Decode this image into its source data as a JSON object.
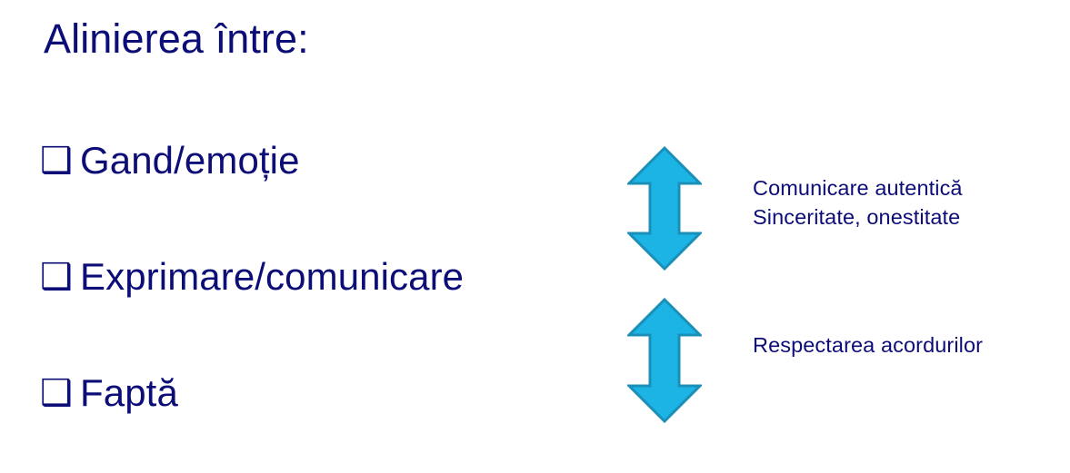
{
  "slide": {
    "title": "Alinierea între:",
    "background_color": "#ffffff",
    "text_color": "#0d0d78"
  },
  "bullets": {
    "marker_glyph": "❑",
    "items": [
      {
        "label": "Gand/emoție"
      },
      {
        "label": "Exprimare/comunicare"
      },
      {
        "label": "Faptă"
      }
    ]
  },
  "arrows": {
    "fill_color": "#1cb4e4",
    "stroke_color": "#1a8fb8",
    "items": [
      {
        "name": "double-arrow-gand-exprimare",
        "direction": "up-down"
      },
      {
        "name": "double-arrow-exprimare-fapta",
        "direction": "up-down"
      }
    ]
  },
  "annotations": {
    "top": {
      "line1": "Comunicare autentică",
      "line2": "Sinceritate, onestitate"
    },
    "bottom": {
      "line1": "Respectarea acordurilor"
    }
  }
}
